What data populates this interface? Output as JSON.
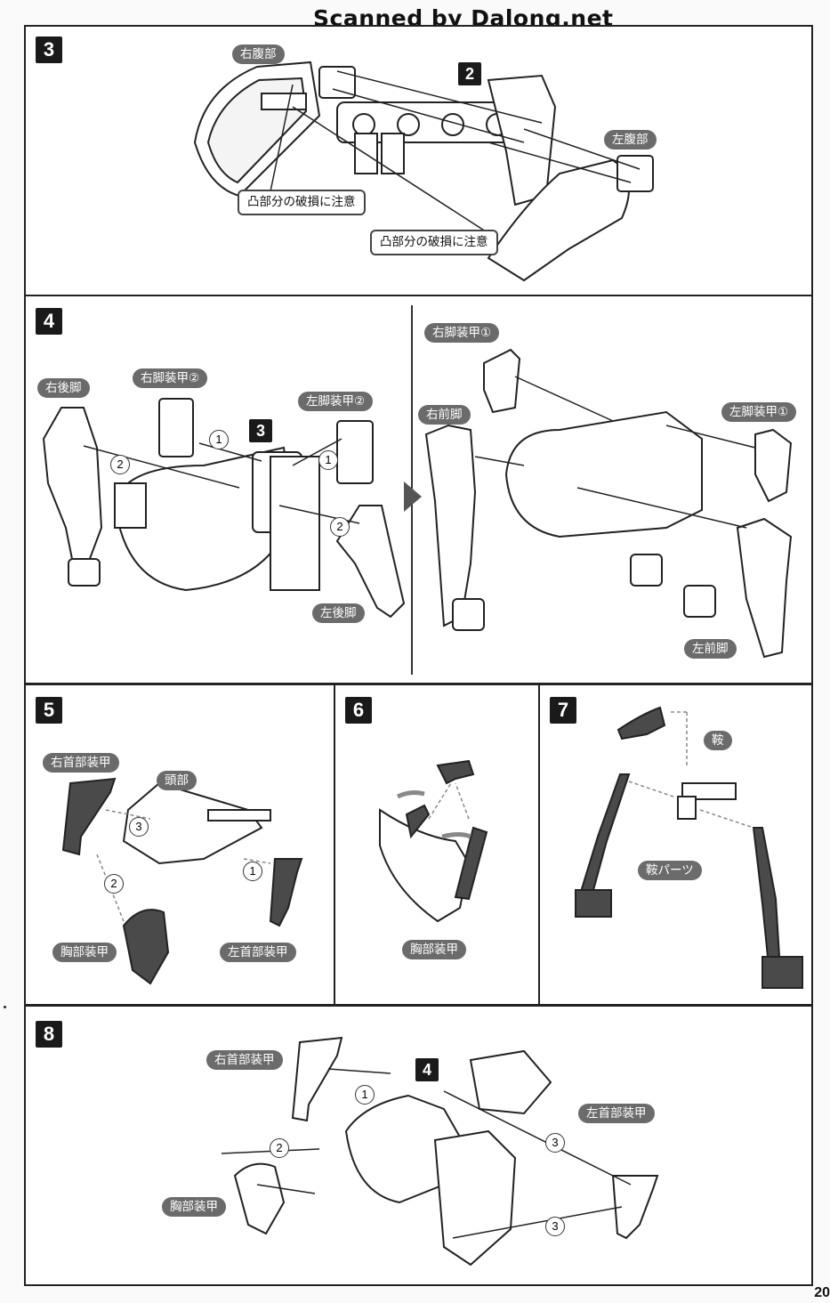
{
  "watermark": "Scanned by Dalong.net",
  "page_number": "20",
  "steps": {
    "s3": {
      "num": "3",
      "ref": "2",
      "right_belly": "右腹部",
      "left_belly": "左腹部",
      "caution1": "凸部分の破損に注意",
      "caution2": "凸部分の破損に注意"
    },
    "s4": {
      "num": "4",
      "ref": "3",
      "right_hind_leg": "右後脚",
      "right_leg_armor2": "右脚装甲②",
      "left_leg_armor2": "左脚装甲②",
      "left_hind_leg": "左後脚",
      "right_leg_armor1": "右脚装甲①",
      "right_front_leg": "右前脚",
      "left_leg_armor1": "左脚装甲①",
      "left_front_leg": "左前脚",
      "order1a": "1",
      "order2a": "2",
      "order1b": "1",
      "order2b": "2"
    },
    "s5": {
      "num": "5",
      "right_neck_armor": "右首部装甲",
      "head": "頭部",
      "chest_armor": "胸部装甲",
      "left_neck_armor": "左首部装甲",
      "o3": "3",
      "o2": "2",
      "o1": "1"
    },
    "s6": {
      "num": "6",
      "chest_armor": "胸部装甲"
    },
    "s7": {
      "num": "7",
      "saddle": "鞍",
      "saddle_parts": "鞍パーツ"
    },
    "s8": {
      "num": "8",
      "ref": "4",
      "right_neck_armor": "右首部装甲",
      "left_neck_armor": "左首部装甲",
      "chest_armor": "胸部装甲",
      "o1": "1",
      "o2": "2",
      "o3a": "3",
      "o3b": "3"
    }
  }
}
